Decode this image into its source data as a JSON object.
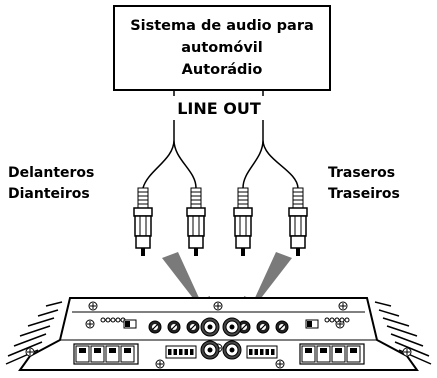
{
  "head_unit": {
    "line1": "Sistema de audio para",
    "line2": "automóvil",
    "line3": "Autorádio"
  },
  "line_out_label": "LINE OUT",
  "front_label": {
    "line1": "Delanteros",
    "line2": "Dianteiros"
  },
  "rear_label": {
    "line1": "Traseros",
    "line2": "Traseiros"
  },
  "colors": {
    "arrow": "#7a7a7a",
    "ink": "#000000"
  }
}
